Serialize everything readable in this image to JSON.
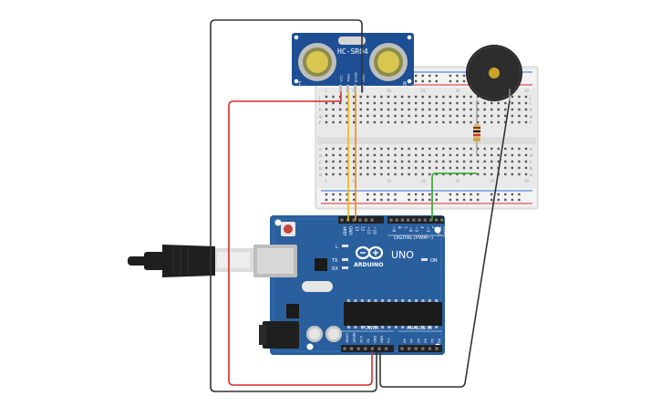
{
  "sensor": {
    "model": "HC-SR04",
    "left_mark": "T",
    "right_mark": "R",
    "pins": [
      "VCC",
      "TRIG",
      "ECHO",
      "GND"
    ]
  },
  "arduino": {
    "brand": "ARDUINO",
    "model": "UNO",
    "digital_label": "DIGITAL (PWM~)",
    "power_label": "POWER",
    "analog_label": "ANALOG IN",
    "led_l": "L",
    "led_tx": "TX",
    "led_rx": "RX",
    "on_label": "ON",
    "digital_pins": [
      "AREF",
      "GND",
      "13",
      "12",
      "~11",
      "~10",
      "~9",
      "8",
      "7",
      "~6",
      "~5",
      "4",
      "~3",
      "2",
      "TX→1",
      "RX←0"
    ],
    "power_pins": [
      "IOREF",
      "RESET",
      "3.3V",
      "5V",
      "GND",
      "GND",
      "Vin"
    ],
    "analog_pins": [
      "A0",
      "A1",
      "A2",
      "A3",
      "A4",
      "A5"
    ]
  },
  "breadboard": {
    "row_letters_top": [
      "j",
      "i",
      "h",
      "g",
      "f"
    ],
    "row_letters_bottom": [
      "e",
      "d",
      "c",
      "b",
      "a"
    ],
    "column_numbers": [
      "1",
      "5",
      "10",
      "15",
      "20",
      "25",
      "30"
    ]
  },
  "colors": {
    "board": "#2a5f9e",
    "sensor_board": "#1e4f94",
    "wire_red": "#d92b2b",
    "wire_black": "#333333",
    "wire_yellow": "#f2b705",
    "wire_orange": "#f28a05",
    "wire_green": "#2aa52a",
    "breadboard": "#e9e9e9"
  },
  "icons": [
    "usb-cable-icon",
    "piezo-buzzer-icon",
    "resistor-icon"
  ]
}
